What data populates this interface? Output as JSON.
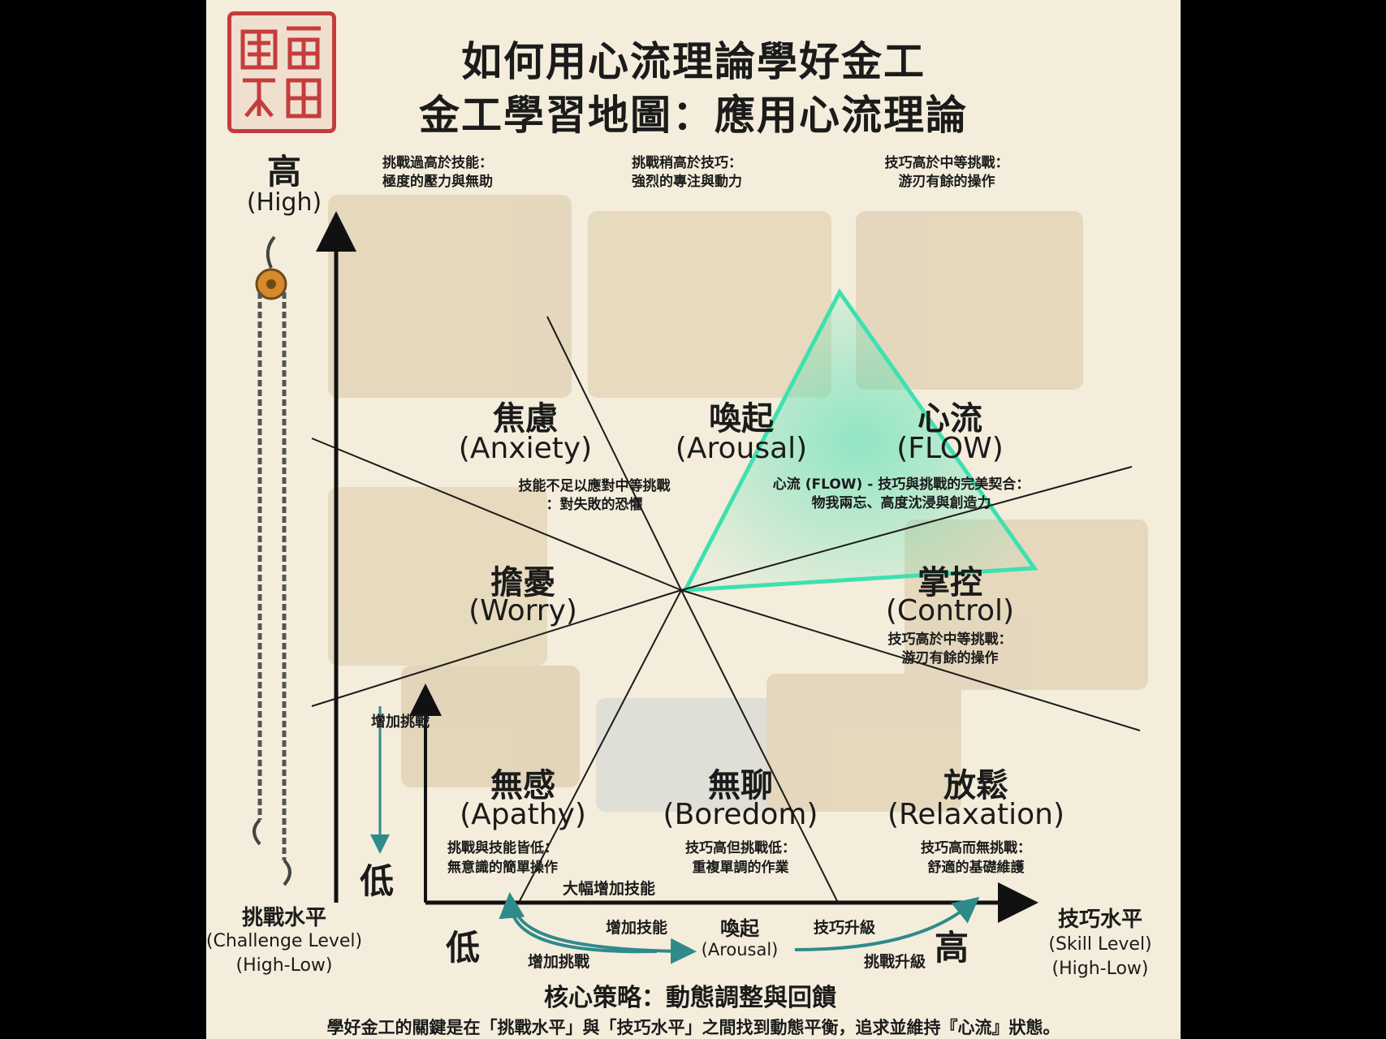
{
  "title": {
    "line1": "如何用心流理論學好金工",
    "line2": "金工學習地圖：應用心流理論"
  },
  "zones": [
    {
      "id": "anxiety",
      "zh": "焦慮",
      "en": "(Anxiety)",
      "note1": "挑戰過高於技能：",
      "note2": "極度的壓力與無助"
    },
    {
      "id": "arousal",
      "zh": "喚起",
      "en": "(Arousal)",
      "note1": "挑戰稍高於技巧：",
      "note2": "強烈的專注與動力"
    },
    {
      "id": "flow",
      "zh": "心流",
      "en": "(FLOW)",
      "note1": "心流 (FLOW) - 技巧與挑戰的完美契合：",
      "note2": "物我兩忘、高度沈浸與創造力"
    },
    {
      "id": "worry",
      "zh": "擔憂",
      "en": "(Worry)",
      "note1": "技能不足以應對中等挑戰",
      "note2": "：對失敗的恐懼"
    },
    {
      "id": "control",
      "zh": "掌控",
      "en": "(Control)",
      "note1": "技巧高於中等挑戰：",
      "note2": "游刃有餘的操作"
    },
    {
      "id": "apathy",
      "zh": "無感",
      "en": "(Apathy)",
      "note1": "挑戰與技能皆低：",
      "note2": "無意識的簡單操作"
    },
    {
      "id": "boredom",
      "zh": "無聊",
      "en": "(Boredom)",
      "note1": "技巧高但挑戰低：",
      "note2": "重複單調的作業"
    },
    {
      "id": "relaxation",
      "zh": "放鬆",
      "en": "(Relaxation)",
      "note1": "技巧高而無挑戰：",
      "note2": "舒適的基礎維護"
    }
  ],
  "top_right_note": {
    "line1": "技巧高於中等挑戰：",
    "line2": "游刃有餘的操作"
  },
  "y_axis": {
    "high": "高",
    "high_en": "(High)",
    "low": "低",
    "title": "挑戰水平",
    "title_en": "(Challenge Level)",
    "range_en": "(High-Low)",
    "increase": "增加挑戰"
  },
  "x_axis": {
    "low": "低",
    "high": "高",
    "title": "技巧水平",
    "title_en": "(Skill Level)",
    "range_en": "(High-Low)"
  },
  "cycle": {
    "big_skill": "大幅增加技能",
    "add_skill": "增加技能",
    "add_challenge": "增加挑戰",
    "center_zh": "喚起",
    "center_en": "(Arousal)",
    "skill_upgrade": "技巧升級",
    "challenge_upgrade": "挑戰升級"
  },
  "strategy": "核心策略：動態調整與回饋",
  "summary": "學好金工的關鍵是在「挑戰水平」與「技巧水平」之間找到動態平衡，追求並維持『心流』狀態。",
  "colors": {
    "background": "#f4eddc",
    "flow_glow": "#3fe0b0",
    "cycle_arrow": "#2f8a8a",
    "seal": "#c43d3d",
    "ink": "#1b1b1b"
  }
}
